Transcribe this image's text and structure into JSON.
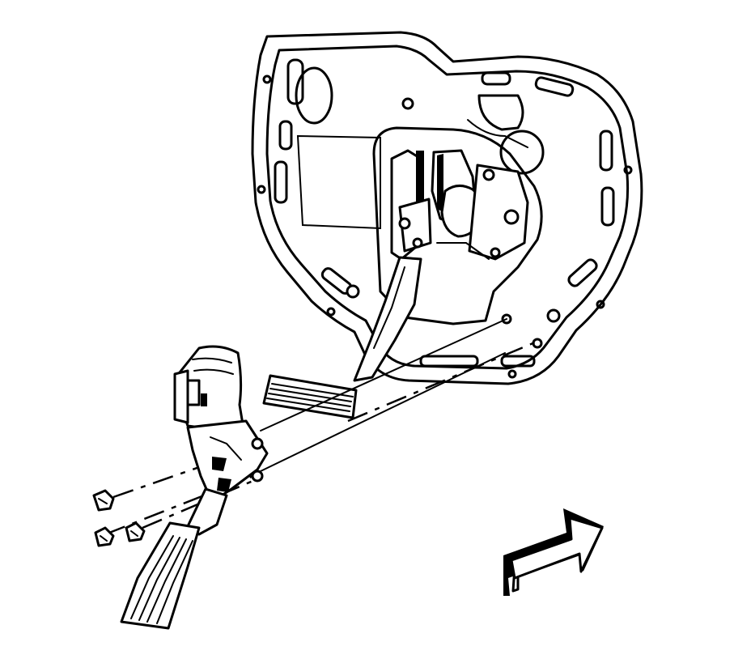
{
  "figure": {
    "components": [
      "pedal-bracket-plate",
      "brake-pedal-arm",
      "brake-pedal-pad",
      "accelerator-pedal-sensor-housing",
      "accelerator-pedal-arm",
      "accelerator-pedal-pad",
      "mounting-bolt",
      "alignment-axis",
      "view-direction-arrow"
    ],
    "bolt_count": 3,
    "colors": {
      "line": "#000000",
      "background": "#ffffff"
    }
  }
}
